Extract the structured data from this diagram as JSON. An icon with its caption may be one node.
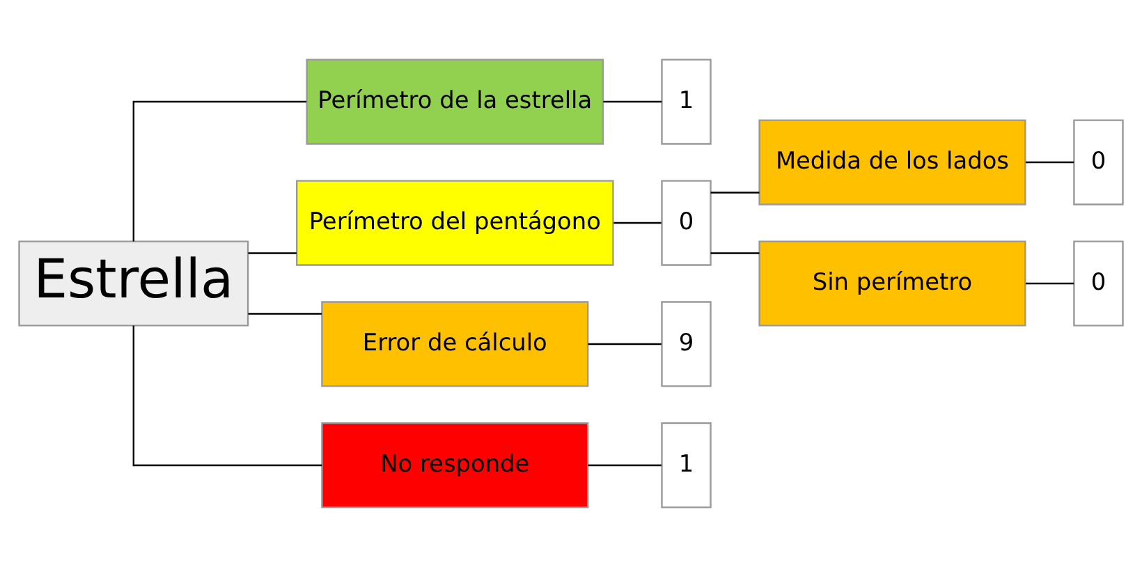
{
  "diagram": {
    "nodes": [
      {
        "text": [
          "Estrella"
        ]
      },
      {
        "text": [
          "Perímetro de la estrella"
        ]
      },
      {
        "text": [
          "1"
        ]
      },
      {
        "text": [
          "Perímetro del pentágono"
        ]
      },
      {
        "text": [
          "0"
        ]
      },
      {
        "text": [
          "Medida de los lados"
        ]
      },
      {
        "text": [
          "0"
        ]
      },
      {
        "text": [
          "Sin perímetro"
        ]
      },
      {
        "text": [
          "0"
        ]
      },
      {
        "text": [
          "Error de cálculo"
        ]
      },
      {
        "text": [
          "9"
        ]
      },
      {
        "text": [
          "No responde"
        ]
      },
      {
        "text": [
          "1"
        ]
      }
    ],
    "edges": [
      {
        "from": 0,
        "to": 1,
        "arrow": "none"
      },
      {
        "from": 0,
        "to": 3,
        "arrow": "none"
      },
      {
        "from": 0,
        "to": 9,
        "arrow": "none"
      },
      {
        "from": 0,
        "to": 11,
        "arrow": "none"
      },
      {
        "from": 1,
        "to": 2,
        "arrow": "none"
      },
      {
        "from": 3,
        "to": 4,
        "arrow": "none"
      },
      {
        "from": 4,
        "to": 5,
        "arrow": "none"
      },
      {
        "from": 5,
        "to": 6,
        "arrow": "none"
      },
      {
        "from": 4,
        "to": 7,
        "arrow": "none"
      },
      {
        "from": 7,
        "to": 8,
        "arrow": "none"
      },
      {
        "from": 9,
        "to": 10,
        "arrow": "none"
      },
      {
        "from": 11,
        "to": 12,
        "arrow": "none"
      }
    ]
  }
}
